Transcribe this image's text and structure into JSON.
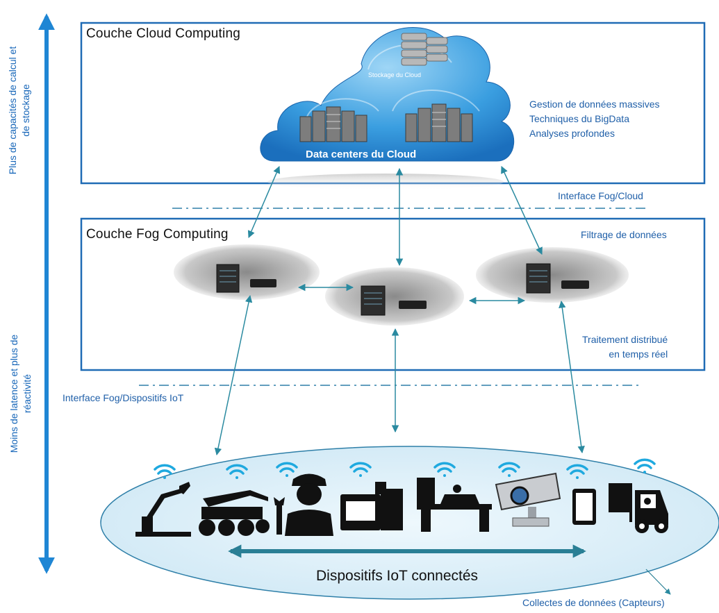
{
  "side_labels": {
    "top": [
      "Plus de capacités de calcul et",
      "de stockage"
    ],
    "bottom": [
      "Moins de latence et plus de",
      "réactivité"
    ]
  },
  "cloud_layer": {
    "title": "Couche Cloud Computing",
    "storage_label": "Stockage du Cloud",
    "datacenters_label": "Data centers du Cloud",
    "notes": [
      "Gestion de données massives",
      "Techniques du BigData",
      "Analyses profondes"
    ]
  },
  "interfaces": {
    "fog_cloud": "Interface Fog/Cloud",
    "fog_devices": "Interface Fog/Dispositifs IoT"
  },
  "fog_layer": {
    "title": "Couche Fog Computing",
    "note_top": "Filtrage de données",
    "note_bottom": [
      "Traitement distribué",
      "en temps réel"
    ]
  },
  "devices_layer": {
    "label": "Dispositifs IoT connectés",
    "note": "Collectes de données (Capteurs)",
    "icons": [
      "robot-arm-icon",
      "excavator-icon",
      "worker-icon",
      "cnc-machine-icon",
      "lathe-icon",
      "camera-icon",
      "tablet-icon",
      "forklift-icon"
    ]
  },
  "colors": {
    "frame": "#1f6bb5",
    "arrow": "#2a8aa0",
    "side_arrow": "#1f86d4",
    "cloud": "#2f8fd6",
    "ellipse_fill": "#d8eef8"
  }
}
